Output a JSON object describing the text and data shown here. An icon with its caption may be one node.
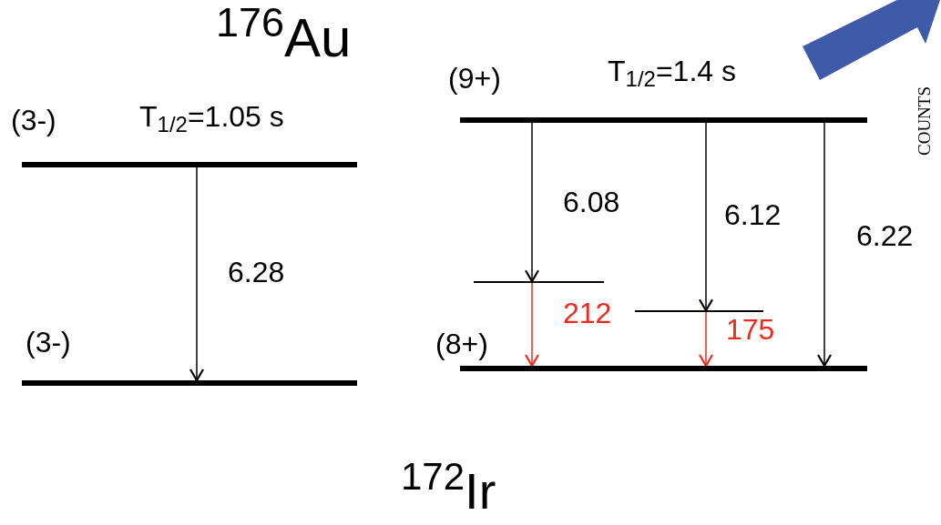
{
  "diagram": {
    "nodes": [
      {
        "text": [],
        "shape": "bar",
        "beside": [
          "(3-)",
          "T$_{1/2}$=1.05 s"
        ]
      },
      {
        "text": [],
        "shape": "bar",
        "beside": [
          "(3-)"
        ]
      },
      {
        "text": [],
        "shape": "bar",
        "beside": [
          "(9+)",
          "T$_{1/2}$=1.4 s"
        ]
      },
      {
        "text": [],
        "shape": "bar"
      },
      {
        "text": [],
        "shape": "bar"
      },
      {
        "text": [],
        "shape": "bar",
        "beside": [
          "(8+)"
        ]
      }
    ],
    "edges": [
      {
        "from": 0,
        "to": 1,
        "arrow": "to",
        "label": "6.28"
      },
      {
        "from": 2,
        "to": 3,
        "arrow": "to",
        "label": "6.08"
      },
      {
        "from": 2,
        "to": 4,
        "arrow": "to",
        "label": "6.12"
      },
      {
        "from": 2,
        "to": 5,
        "arrow": "to",
        "label": "6.22"
      },
      {
        "from": 3,
        "to": 5,
        "arrow": "to",
        "label": "212",
        "color": "#ee2a1e"
      },
      {
        "from": 4,
        "to": 5,
        "arrow": "to",
        "label": "175",
        "color": "#ee2a1e"
      }
    ],
    "labels": [
      "$^{176}$Au",
      "$^{172}$Ir",
      "COUNTS"
    ]
  }
}
